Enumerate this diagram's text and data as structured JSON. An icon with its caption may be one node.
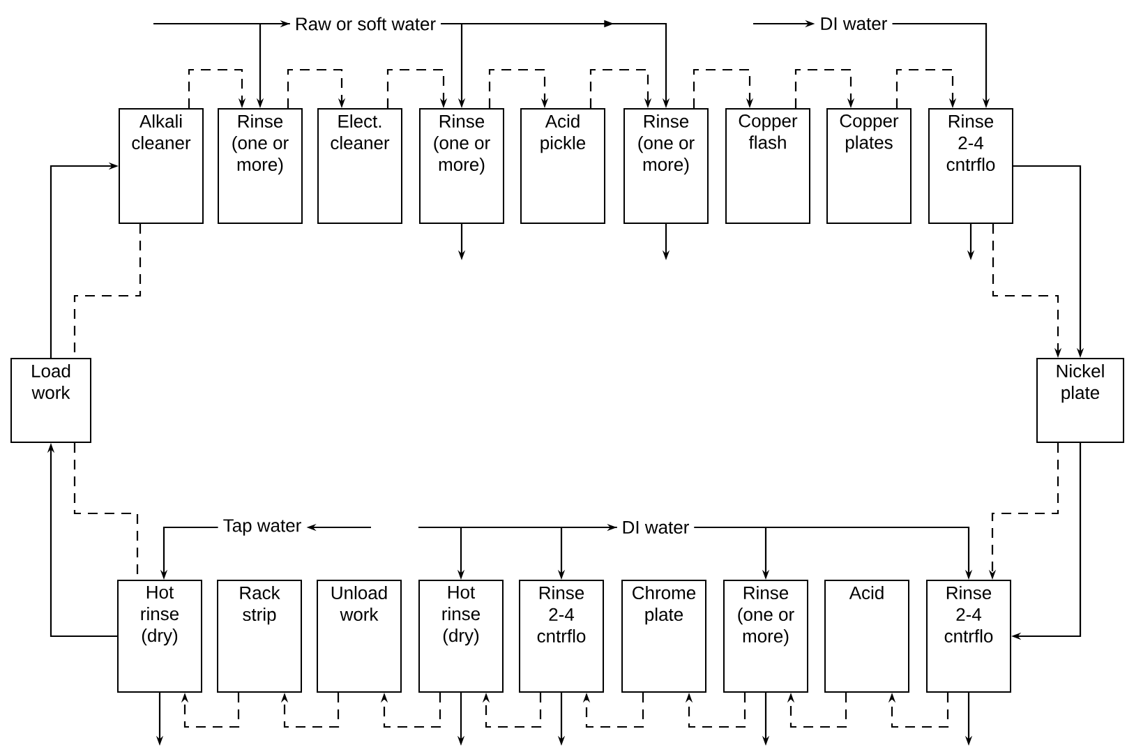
{
  "diagram": {
    "nodes": [
      {
        "text": [
          "Load work"
        ]
      },
      {
        "text": [
          "Alkali cleaner"
        ]
      },
      {
        "text": [
          "Rinse (one or more)"
        ]
      },
      {
        "text": [
          "Elect. cleaner"
        ]
      },
      {
        "text": [
          "Rinse (one or more)"
        ]
      },
      {
        "text": [
          "Acid pickle"
        ]
      },
      {
        "text": [
          "Rinse (one or more)"
        ]
      },
      {
        "text": [
          "Copper flash"
        ]
      },
      {
        "text": [
          "Copper plates"
        ]
      },
      {
        "text": [
          "Rinse 2-4 cntrflo"
        ]
      },
      {
        "text": [
          "Nickel plate"
        ]
      },
      {
        "text": [
          "Hot rinse (dry)"
        ]
      },
      {
        "text": [
          "Rack strip"
        ]
      },
      {
        "text": [
          "Unload work"
        ]
      },
      {
        "text": [
          "Hot rinse (dry)"
        ]
      },
      {
        "text": [
          "Rinse 2-4 cntrflo"
        ]
      },
      {
        "text": [
          "Chrome plate"
        ]
      },
      {
        "text": [
          "Rinse (one or more)"
        ]
      },
      {
        "text": [
          "Acid"
        ]
      },
      {
        "text": [
          "Rinse 2-4 cntrflo"
        ]
      },
      {
        "text": [
          "Raw or soft water"
        ]
      },
      {
        "text": [
          "DI water"
        ]
      },
      {
        "text": [
          "Tap water"
        ]
      },
      {
        "text": [
          "DI water"
        ]
      }
    ],
    "edges": [
      {
        "from": 0,
        "to": 1,
        "arrow": "to"
      },
      {
        "from": 1,
        "to": 2,
        "arrow": "to",
        "style": "dashed"
      },
      {
        "from": 2,
        "to": 3,
        "arrow": "to",
        "style": "dashed"
      },
      {
        "from": 3,
        "to": 4,
        "arrow": "to",
        "style": "dashed"
      },
      {
        "from": 4,
        "to": 5,
        "arrow": "to",
        "style": "dashed"
      },
      {
        "from": 5,
        "to": 6,
        "arrow": "to",
        "style": "dashed"
      },
      {
        "from": 6,
        "to": 7,
        "arrow": "to",
        "style": "dashed"
      },
      {
        "from": 7,
        "to": 8,
        "arrow": "to",
        "style": "dashed"
      },
      {
        "from": 8,
        "to": 9,
        "arrow": "to",
        "style": "dashed"
      },
      {
        "from": 9,
        "to": 10,
        "arrow": "to"
      },
      {
        "from": 9,
        "to": 10,
        "arrow": "to",
        "style": "dashed"
      },
      {
        "from": 10,
        "to": 19,
        "arrow": "to"
      },
      {
        "from": 10,
        "to": 19,
        "arrow": "to",
        "style": "dashed"
      },
      {
        "from": 19,
        "to": 18,
        "arrow": "to",
        "style": "dashed"
      },
      {
        "from": 18,
        "to": 17,
        "arrow": "to",
        "style": "dashed"
      },
      {
        "from": 17,
        "to": 16,
        "arrow": "to",
        "style": "dashed"
      },
      {
        "from": 16,
        "to": 15,
        "arrow": "to",
        "style": "dashed"
      },
      {
        "from": 15,
        "to": 14,
        "arrow": "to",
        "style": "dashed"
      },
      {
        "from": 14,
        "to": 13,
        "arrow": "to",
        "style": "dashed"
      },
      {
        "from": 13,
        "to": 12,
        "arrow": "to",
        "style": "dashed"
      },
      {
        "from": 12,
        "to": 11,
        "arrow": "to",
        "style": "dashed"
      },
      {
        "from": 11,
        "to": 0,
        "arrow": "to"
      },
      {
        "from": 1,
        "to": 0,
        "arrow": "none",
        "style": "dashed"
      },
      {
        "from": 0,
        "to": 11,
        "arrow": "none",
        "style": "dashed"
      },
      {
        "from": null,
        "to": 20,
        "arrow": "to"
      },
      {
        "from": 20,
        "to": 2,
        "arrow": "to"
      },
      {
        "from": 20,
        "to": 4,
        "arrow": "to"
      },
      {
        "from": 20,
        "to": 6,
        "arrow": "to"
      },
      {
        "from": null,
        "to": 21,
        "arrow": "to"
      },
      {
        "from": 21,
        "to": 9,
        "arrow": "to"
      },
      {
        "from": null,
        "to": 22,
        "arrow": "to"
      },
      {
        "from": 22,
        "to": 11,
        "arrow": "to"
      },
      {
        "from": null,
        "to": 23,
        "arrow": "to"
      },
      {
        "from": 23,
        "to": 14,
        "arrow": "to"
      },
      {
        "from": 23,
        "to": 15,
        "arrow": "to"
      },
      {
        "from": 23,
        "to": 17,
        "arrow": "to"
      },
      {
        "from": 23,
        "to": 19,
        "arrow": "to"
      },
      {
        "from": 4,
        "to": null,
        "arrow": "to"
      },
      {
        "from": 6,
        "to": null,
        "arrow": "to"
      },
      {
        "from": 9,
        "to": null,
        "arrow": "to"
      },
      {
        "from": 11,
        "to": null,
        "arrow": "to"
      },
      {
        "from": 14,
        "to": null,
        "arrow": "to"
      },
      {
        "from": 15,
        "to": null,
        "arrow": "to"
      },
      {
        "from": 17,
        "to": null,
        "arrow": "to"
      },
      {
        "from": 19,
        "to": null,
        "arrow": "to"
      }
    ]
  }
}
